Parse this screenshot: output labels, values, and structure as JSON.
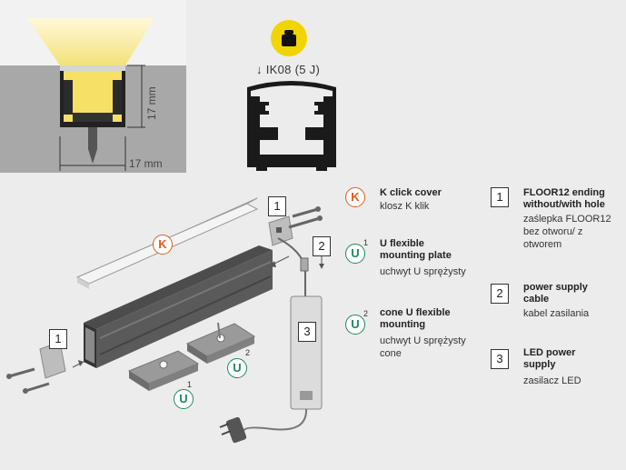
{
  "colors": {
    "k_circle": "#e05a1e",
    "u_circle": "#1e8a5c",
    "impact_badge": "#f2d400",
    "led_light": "#f6e58a"
  },
  "cross_section": {
    "height_label": "17 mm",
    "width_label": "17 mm"
  },
  "impact": {
    "rating_label": "IK08 (5 J)",
    "weight_icon": "weight-icon"
  },
  "parts": {
    "k_letter": "K",
    "u_letter": "U",
    "u1_sup": "1",
    "u2_sup": "2",
    "box_1": "1",
    "box_2": "2",
    "box_3": "3"
  },
  "legend": [
    {
      "marker": "K",
      "sup": "",
      "title": "K click cover",
      "subtitle": "klosz K klik"
    },
    {
      "marker": "U",
      "sup": "1",
      "title": "U flexible mounting plate",
      "subtitle": "uchwyt U sprężysty"
    },
    {
      "marker": "U",
      "sup": "2",
      "title": "cone U flexible mounting",
      "subtitle": "uchwyt U sprężysty cone"
    },
    {
      "marker": "1",
      "title": "FLOOR12 ending without/with hole",
      "subtitle": "zaślepka FLOOR12 bez otworu/ z otworem"
    },
    {
      "marker": "2",
      "title": "power supply cable",
      "subtitle": "kabel zasilania"
    },
    {
      "marker": "3",
      "title": "LED power supply",
      "subtitle": "zasilacz LED"
    }
  ]
}
